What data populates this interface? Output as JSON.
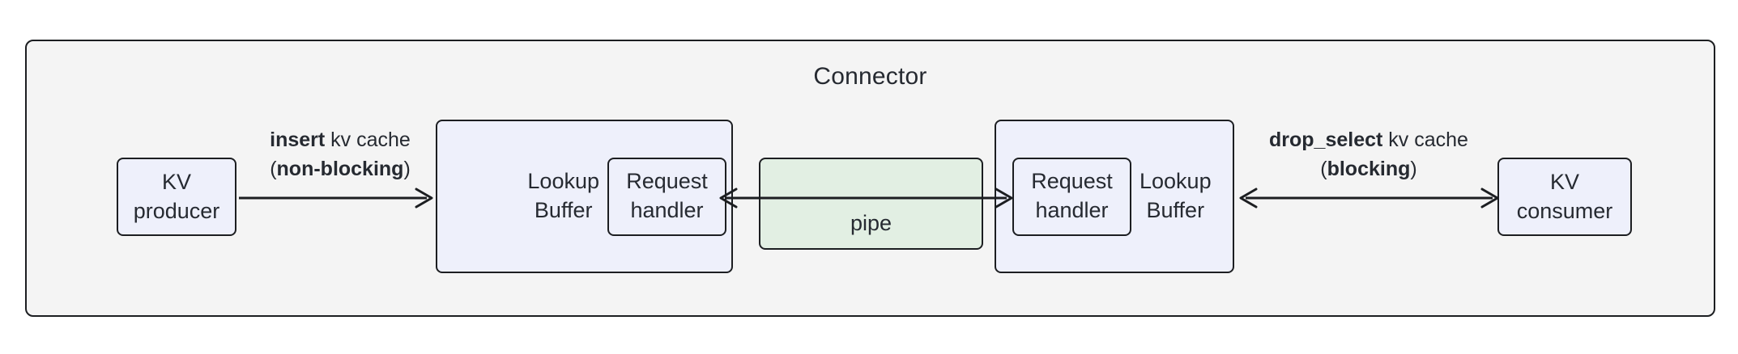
{
  "diagram": {
    "container": {
      "title": "Connector",
      "fill": "#f4f4f4",
      "stroke": "#1c1e21"
    },
    "nodes": {
      "kv_producer": {
        "line1": "KV",
        "line2": "producer",
        "fill": "#eef0fb"
      },
      "lookup_buffer_left": {
        "line1": "Lookup",
        "line2": "Buffer",
        "fill": "#eef0fb"
      },
      "request_handler_left": {
        "line1": "Request",
        "line2": "handler",
        "fill": "#eef0fb"
      },
      "pipe": {
        "label": "pipe",
        "fill": "#e2efe3"
      },
      "request_handler_right": {
        "line1": "Request",
        "line2": "handler",
        "fill": "#eef0fb"
      },
      "lookup_buffer_right": {
        "line1": "Lookup",
        "line2": "Buffer",
        "fill": "#eef0fb"
      },
      "kv_consumer": {
        "line1": "KV",
        "line2": "consumer",
        "fill": "#eef0fb"
      }
    },
    "edges": {
      "insert": {
        "line1_bold": "insert",
        "line1_rest": " kv cache",
        "line2_open": "(",
        "line2_bold": "non-blocking",
        "line2_close": ")",
        "direction": "producer-to-lookup-buffer"
      },
      "drop_select": {
        "line1_bold": "drop_select",
        "line1_rest": " kv cache",
        "line2_open": "(",
        "line2_bold": "blocking",
        "line2_close": ")",
        "direction": "bidirectional"
      },
      "pipe_left": {
        "direction": "pipe-to-left-lookup-buffer"
      },
      "pipe_right": {
        "direction": "pipe-to-right-request-handler"
      }
    }
  }
}
